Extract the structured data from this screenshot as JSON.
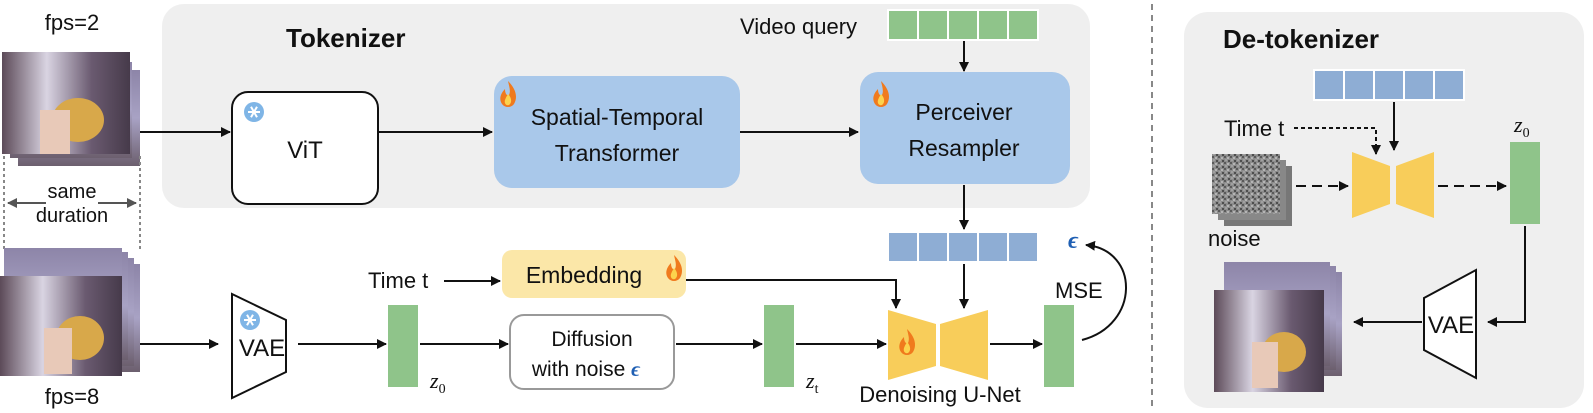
{
  "tokenizer": {
    "title": "Tokenizer",
    "video_query_label": "Video query",
    "vit_label": "ViT",
    "spatial_temporal_line1": "Spatial-Temporal",
    "spatial_temporal_line2": "Transformer",
    "perceiver_line1": "Perceiver",
    "perceiver_line2": "Resampler"
  },
  "inputs": {
    "fps_top": "fps=2",
    "fps_bottom": "fps=8",
    "same_duration_line1": "same",
    "same_duration_line2": "duration"
  },
  "training": {
    "time_label": "Time t",
    "embedding_label": "Embedding",
    "vae_label": "VAE",
    "z0_label": "z",
    "z0_sub": "0",
    "diffusion_line1": "Diffusion",
    "diffusion_line2": "with noise",
    "epsilon": "ϵ",
    "zt_label": "z",
    "zt_sub": "t",
    "unet_label": "Denoising U-Net",
    "mse_label": "MSE"
  },
  "detokenizer": {
    "title": "De-tokenizer",
    "time_label": "Time t",
    "noise_label": "noise",
    "z0_label": "z",
    "z0_sub": "0",
    "vae_label": "VAE"
  },
  "icons": {
    "trainable": "fire-icon",
    "frozen": "snowflake-icon"
  },
  "colors": {
    "blue_box": "#a9c8ea",
    "yellow_box": "#fbe7a8",
    "green_block": "#8fc48a",
    "token_blue": "#8eadd4",
    "token_green": "#8fc48a",
    "unet_yellow": "#f8cd5a",
    "panel_gray": "#efefef",
    "epsilon_blue": "#1f5fb3"
  }
}
